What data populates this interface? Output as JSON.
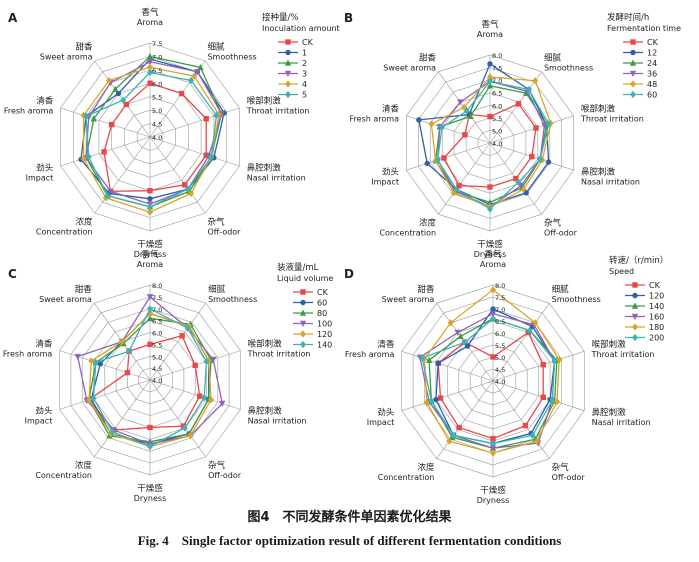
{
  "labels": {
    "aroma": [
      "香气",
      "Aroma"
    ],
    "smoothness": [
      "细腻",
      "Smoothness"
    ],
    "throat": [
      "喉部刺激",
      "Throat irritation"
    ],
    "nasal": [
      "鼻腔刺激",
      "Nasal irritation"
    ],
    "offodor": [
      "杂气",
      "Off-odor"
    ],
    "dryness": [
      "干燥感",
      "Dryness"
    ],
    "concentration": [
      "浓度",
      "Concentration"
    ],
    "impact": [
      "劲头",
      "Impact"
    ],
    "fresh": [
      "清香",
      "Fresh aroma"
    ],
    "sweet": [
      "甜香",
      "Sweet aroma"
    ]
  },
  "colors": [
    "#e8474b",
    "#2f5fa8",
    "#3c9a47",
    "#8f64b8",
    "#d9a42a",
    "#3bb4b3"
  ],
  "chart_data": [
    {
      "panel": "A",
      "type": "radar",
      "legend_title": [
        "接种量/%",
        "Inoculation amount"
      ],
      "rmin": 4.0,
      "rmax": 7.5,
      "ticks": [
        "4.0",
        "4.5",
        "5.0",
        "5.5",
        "6.0",
        "6.5",
        "7.0",
        "7.5"
      ],
      "series": [
        {
          "name": "CK",
          "values": [
            6.0,
            6.0,
            6.2,
            6.2,
            6.2,
            6.0,
            6.5,
            5.8,
            5.5,
            5.5
          ]
        },
        {
          "name": "1",
          "values": [
            6.9,
            7.0,
            6.9,
            6.5,
            6.4,
            6.3,
            6.6,
            6.7,
            6.5,
            6.0
          ]
        },
        {
          "name": "2",
          "values": [
            7.0,
            7.2,
            6.8,
            6.4,
            6.5,
            6.6,
            6.7,
            6.5,
            6.2,
            6.2
          ]
        },
        {
          "name": "3",
          "values": [
            6.8,
            7.0,
            6.8,
            6.3,
            6.4,
            6.5,
            6.5,
            6.5,
            6.4,
            6.5
          ]
        },
        {
          "name": "4",
          "values": [
            6.6,
            6.8,
            6.7,
            6.4,
            6.6,
            6.8,
            6.8,
            6.6,
            6.6,
            6.6
          ]
        },
        {
          "name": "5",
          "values": [
            6.4,
            6.6,
            6.6,
            6.4,
            6.4,
            6.6,
            6.7,
            6.4,
            6.5,
            5.7
          ]
        }
      ]
    },
    {
      "panel": "B",
      "type": "radar",
      "legend_title": [
        "发酵时间/h",
        "Fermentation time"
      ],
      "rmin": 4.0,
      "rmax": 8.0,
      "ticks": [
        "4.0",
        "5.0",
        "5.5",
        "6.0",
        "6.5",
        "7.0",
        "7.5",
        "8.0"
      ],
      "series": [
        {
          "name": "CK",
          "values": [
            5.2,
            6.2,
            6.2,
            6.0,
            6.0,
            6.0,
            6.4,
            6.2,
            5.2,
            5.6
          ]
        },
        {
          "name": "12",
          "values": [
            7.6,
            7.0,
            6.7,
            6.8,
            6.8,
            6.8,
            6.6,
            7.0,
            7.4,
            5.6
          ]
        },
        {
          "name": "24",
          "values": [
            6.6,
            6.8,
            6.7,
            6.4,
            6.5,
            6.7,
            6.7,
            6.6,
            6.4,
            5.5
          ]
        },
        {
          "name": "36",
          "values": [
            6.8,
            6.9,
            6.6,
            6.4,
            6.4,
            6.9,
            6.7,
            6.5,
            6.4,
            6.3
          ]
        },
        {
          "name": "48",
          "values": [
            7.0,
            7.5,
            6.9,
            6.5,
            6.6,
            6.9,
            6.8,
            6.6,
            6.8,
            6.0
          ]
        },
        {
          "name": "60",
          "values": [
            6.8,
            7.0,
            6.8,
            6.4,
            6.2,
            7.0,
            6.6,
            6.5,
            6.3,
            5.8
          ]
        }
      ]
    },
    {
      "panel": "C",
      "type": "radar",
      "legend_title": [
        "装液量/mL",
        "Liquid volume"
      ],
      "rmin": 4.0,
      "rmax": 8.0,
      "ticks": [
        "4.0",
        "4.5",
        "5.0",
        "5.5",
        "6.0",
        "6.5",
        "7.0",
        "7.5",
        "8.0"
      ],
      "series": [
        {
          "name": "CK",
          "values": [
            5.5,
            6.3,
            6.0,
            6.2,
            6.4,
            6.0,
            6.6,
            6.7,
            5.0,
            5.5
          ]
        },
        {
          "name": "60",
          "values": [
            6.8,
            6.8,
            6.6,
            6.6,
            6.8,
            6.7,
            6.8,
            6.6,
            6.2,
            6.0
          ]
        },
        {
          "name": "80",
          "values": [
            6.6,
            6.9,
            6.7,
            6.6,
            6.8,
            6.6,
            6.9,
            6.7,
            6.4,
            5.9
          ]
        },
        {
          "name": "100",
          "values": [
            7.5,
            6.7,
            6.8,
            7.2,
            6.9,
            6.7,
            6.6,
            6.8,
            7.2,
            6.0
          ]
        },
        {
          "name": "120",
          "values": [
            6.8,
            6.8,
            6.6,
            6.7,
            6.9,
            6.8,
            6.8,
            6.7,
            6.6,
            6.0
          ]
        },
        {
          "name": "140",
          "values": [
            7.0,
            6.7,
            6.5,
            6.4,
            6.5,
            6.8,
            6.7,
            6.5,
            6.4,
            5.5
          ]
        }
      ]
    },
    {
      "panel": "D",
      "type": "radar",
      "legend_title": [
        "转速/（r/min）",
        "Speed"
      ],
      "rmin": 4.0,
      "rmax": 8.0,
      "ticks": [
        "4.0",
        "4.5",
        "5.0",
        "5.5",
        "6.0",
        "6.5",
        "7.0",
        "7.5",
        "8.0"
      ],
      "series": [
        {
          "name": "CK",
          "values": [
            5.0,
            6.5,
            6.2,
            6.2,
            6.3,
            6.4,
            6.4,
            6.3,
            6.4,
            6.0
          ]
        },
        {
          "name": "120",
          "values": [
            7.0,
            6.8,
            6.7,
            6.5,
            6.7,
            6.6,
            6.8,
            6.5,
            6.4,
            5.8
          ]
        },
        {
          "name": "140",
          "values": [
            6.6,
            6.6,
            6.8,
            6.7,
            7.0,
            6.8,
            6.9,
            6.7,
            6.8,
            6.3
          ]
        },
        {
          "name": "160",
          "values": [
            6.8,
            6.9,
            6.7,
            6.6,
            7.2,
            6.8,
            6.8,
            6.8,
            7.2,
            6.5
          ]
        },
        {
          "name": "180",
          "values": [
            7.8,
            7.0,
            6.9,
            6.8,
            7.1,
            7.0,
            7.1,
            6.9,
            7.0,
            7.0
          ]
        },
        {
          "name": "200",
          "values": [
            6.6,
            6.6,
            6.7,
            6.6,
            6.8,
            6.6,
            6.8,
            6.7,
            7.1,
            6.0
          ]
        }
      ]
    }
  ],
  "caption": {
    "cn": "图4　不同发酵条件单因素优化结果",
    "en": "Fig. 4　Single factor optimization result of different fermentation conditions"
  }
}
